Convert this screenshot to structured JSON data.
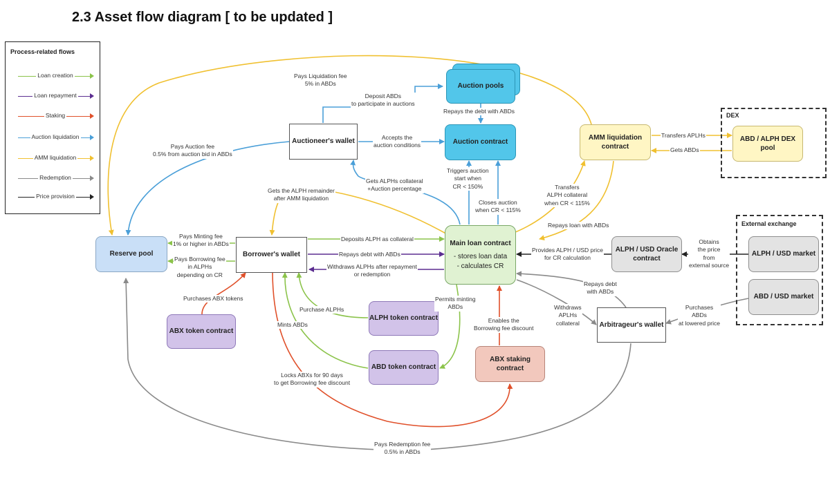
{
  "title": "2.3 Asset flow diagram [ to be updated ]",
  "legend": {
    "title": "Process-related flows",
    "items": [
      {
        "label": "Loan creation",
        "color": "#8bc34a"
      },
      {
        "label": "Loan repayment",
        "color": "#5b2d90"
      },
      {
        "label": "Staking",
        "color": "#e0502a"
      },
      {
        "label": "Auction liquidation",
        "color": "#4a9fd8"
      },
      {
        "label": "AMM liquidation",
        "color": "#f0c030"
      },
      {
        "label": "Redemption",
        "color": "#8a8a8a"
      },
      {
        "label": "Price provision",
        "color": "#222222"
      }
    ]
  },
  "groups": {
    "dex": "DEX",
    "external": "External exchange"
  },
  "nodes": {
    "auction_pools": "Auction pools",
    "auction_contract": "Auction contract",
    "auctioneer_wallet": "Auctioneer's wallet",
    "amm_contract": "AMM liquidation contract",
    "dex_pool": "ABD / ALPH DEX pool",
    "reserve_pool": "Reserve pool",
    "borrower_wallet": "Borrower's wallet",
    "main_loan": "Main loan contract",
    "main_loan_detail": "- stores loan data\n- calculates CR",
    "oracle": "ALPH / USD Oracle contract",
    "alph_usd_market": "ALPH / USD market",
    "abd_usd_market": "ABD / USD market",
    "abx_token": "ABX token contract",
    "alph_token": "ALPH token contract",
    "abd_token": "ABD token contract",
    "abx_staking": "ABX staking contract",
    "arbitrageur": "Arbitrageur's wallet"
  },
  "labels": {
    "liq_fee": "Pays Liquidation fee\n5% in ABDs",
    "deposit_abds": "Deposit ABDs\nto participate in auctions",
    "repays_debt_abds": "Repays the debt with ABDs",
    "accepts": "Accepts the\nauction conditions",
    "auction_fee": "Pays Auction fee\n0.5% from auction bid in ABDs",
    "gets_collateral": "Gets ALPHs collateral\n+Auction percentage",
    "triggers": "Triggers auction\nstart when\nCR < 150%",
    "closes": "Closes auction\nwhen CR < 115%",
    "transfers_alphs": "Transfers APLHs",
    "gets_abds": "Gets ABDs",
    "transfers_collateral": "Transfers\nALPH collateral\nwhen CR < 115%",
    "repays_loan_abds": "Repays loan with ABDs",
    "remainder": "Gets the ALPH remainder\nafter AMM liquidation",
    "minting_fee": "Pays Minting fee\n1% or higher in ABDs",
    "borrowing_fee": "Pays Borrowing fee\nin ALPHs\ndepending on CR",
    "deposits_alph": "Deposits ALPH as collateral",
    "repays_debt": "Repays debt with ABDs",
    "withdraws": "Withdraws ALPHs after repayment\nor redemption",
    "provides_price": "Provides ALPH / USD price\nfor CR calculation",
    "obtains_price": "Obtains\nthe price\nfrom\nexternal source",
    "purchases_abx": "Purchases ABX tokens",
    "purchase_alphs": "Purchase ALPHs",
    "mints_abds": "Mints ABDs",
    "permits": "Permits minting\nABDs",
    "enables_discount": "Enables the\nBorrowing fee discount",
    "arb_repays": "Repays debt\nwith ABDs",
    "arb_withdraws": "Withdraws\nAPLHs\ncollateral",
    "purchases_abds": "Purchases\nABDs\nat lowered price",
    "locks_abx": "Locks ABXs for 90 days\nto get Borrowing fee discount",
    "redemption_fee": "Pays Redemption fee\n0.5% in ABDs"
  }
}
